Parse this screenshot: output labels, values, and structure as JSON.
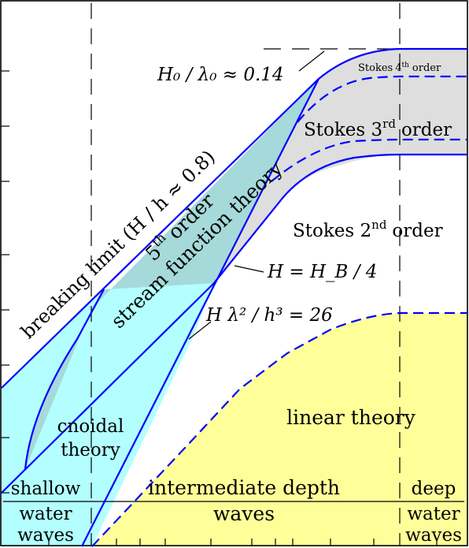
{
  "regions": {
    "shallow_1": "shallow",
    "shallow_2": "water",
    "shallow_3": "waves",
    "intermediate_1": "intermediate depth",
    "intermediate_2": "waves",
    "deep_1": "deep",
    "deep_2": "water",
    "deep_3": "waves"
  },
  "theories": {
    "stokes4_base": "Stokes",
    "stokes4_num": "4",
    "stokes4_sup": "th",
    "stokes4_tail": "order",
    "stokes3_base": "Stokes 3",
    "stokes3_sup": "rd",
    "stokes3_tail": "order",
    "stokes2_base": "Stokes 2",
    "stokes2_sup": "nd",
    "stokes2_tail": "order",
    "fifth_num": "5",
    "fifth_sup": "th",
    "fifth_tail": "order",
    "stream": "stream function theory",
    "cnoidal_1": "cnoidal",
    "cnoidal_2": "theory",
    "linear": "linear theory"
  },
  "limits": {
    "breaking": "breaking limit (H / h ≈ 0.8)",
    "steepness": "H₀ / λ₀ ≈ 0.14",
    "hb": "H = H_B / 4",
    "ursell": "H λ² / h³ = 26"
  },
  "colors": {
    "curve": "#0000ff",
    "axis": "#000000",
    "cnoidal_fill": "#b3ffff",
    "stream_fill": "#a6d9d9",
    "stokes_fill": "#dedede",
    "linear_fill": "#ffff99"
  }
}
